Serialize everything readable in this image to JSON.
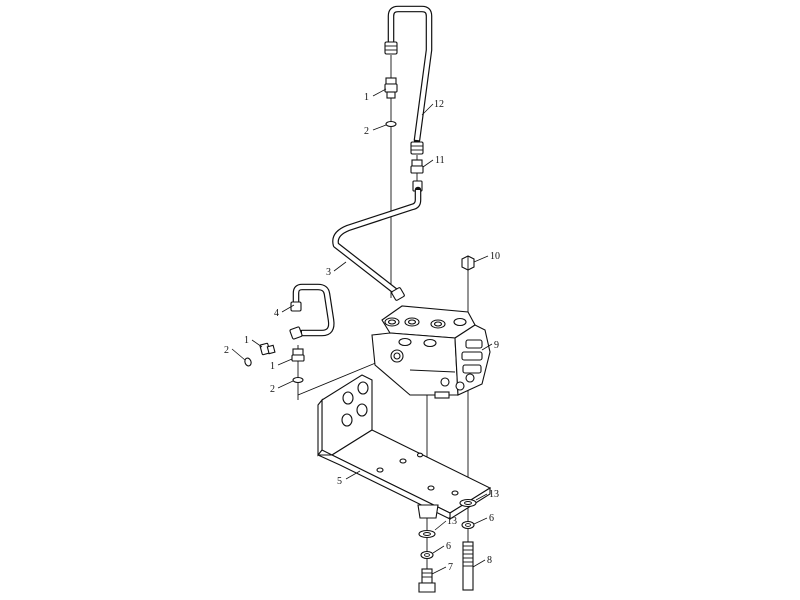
{
  "callouts": {
    "c1_top": "1",
    "c2_top": "2",
    "c12": "12",
    "c11": "11",
    "c3": "3",
    "c10": "10",
    "c4": "4",
    "c1_left": "1",
    "c2_left": "2",
    "c1_mid": "1",
    "c2_mid": "2",
    "c9": "9",
    "c5": "5",
    "c13_right": "13",
    "c13_left": "13",
    "c6_right": "6",
    "c6_left": "6",
    "c7": "7",
    "c8": "8"
  }
}
